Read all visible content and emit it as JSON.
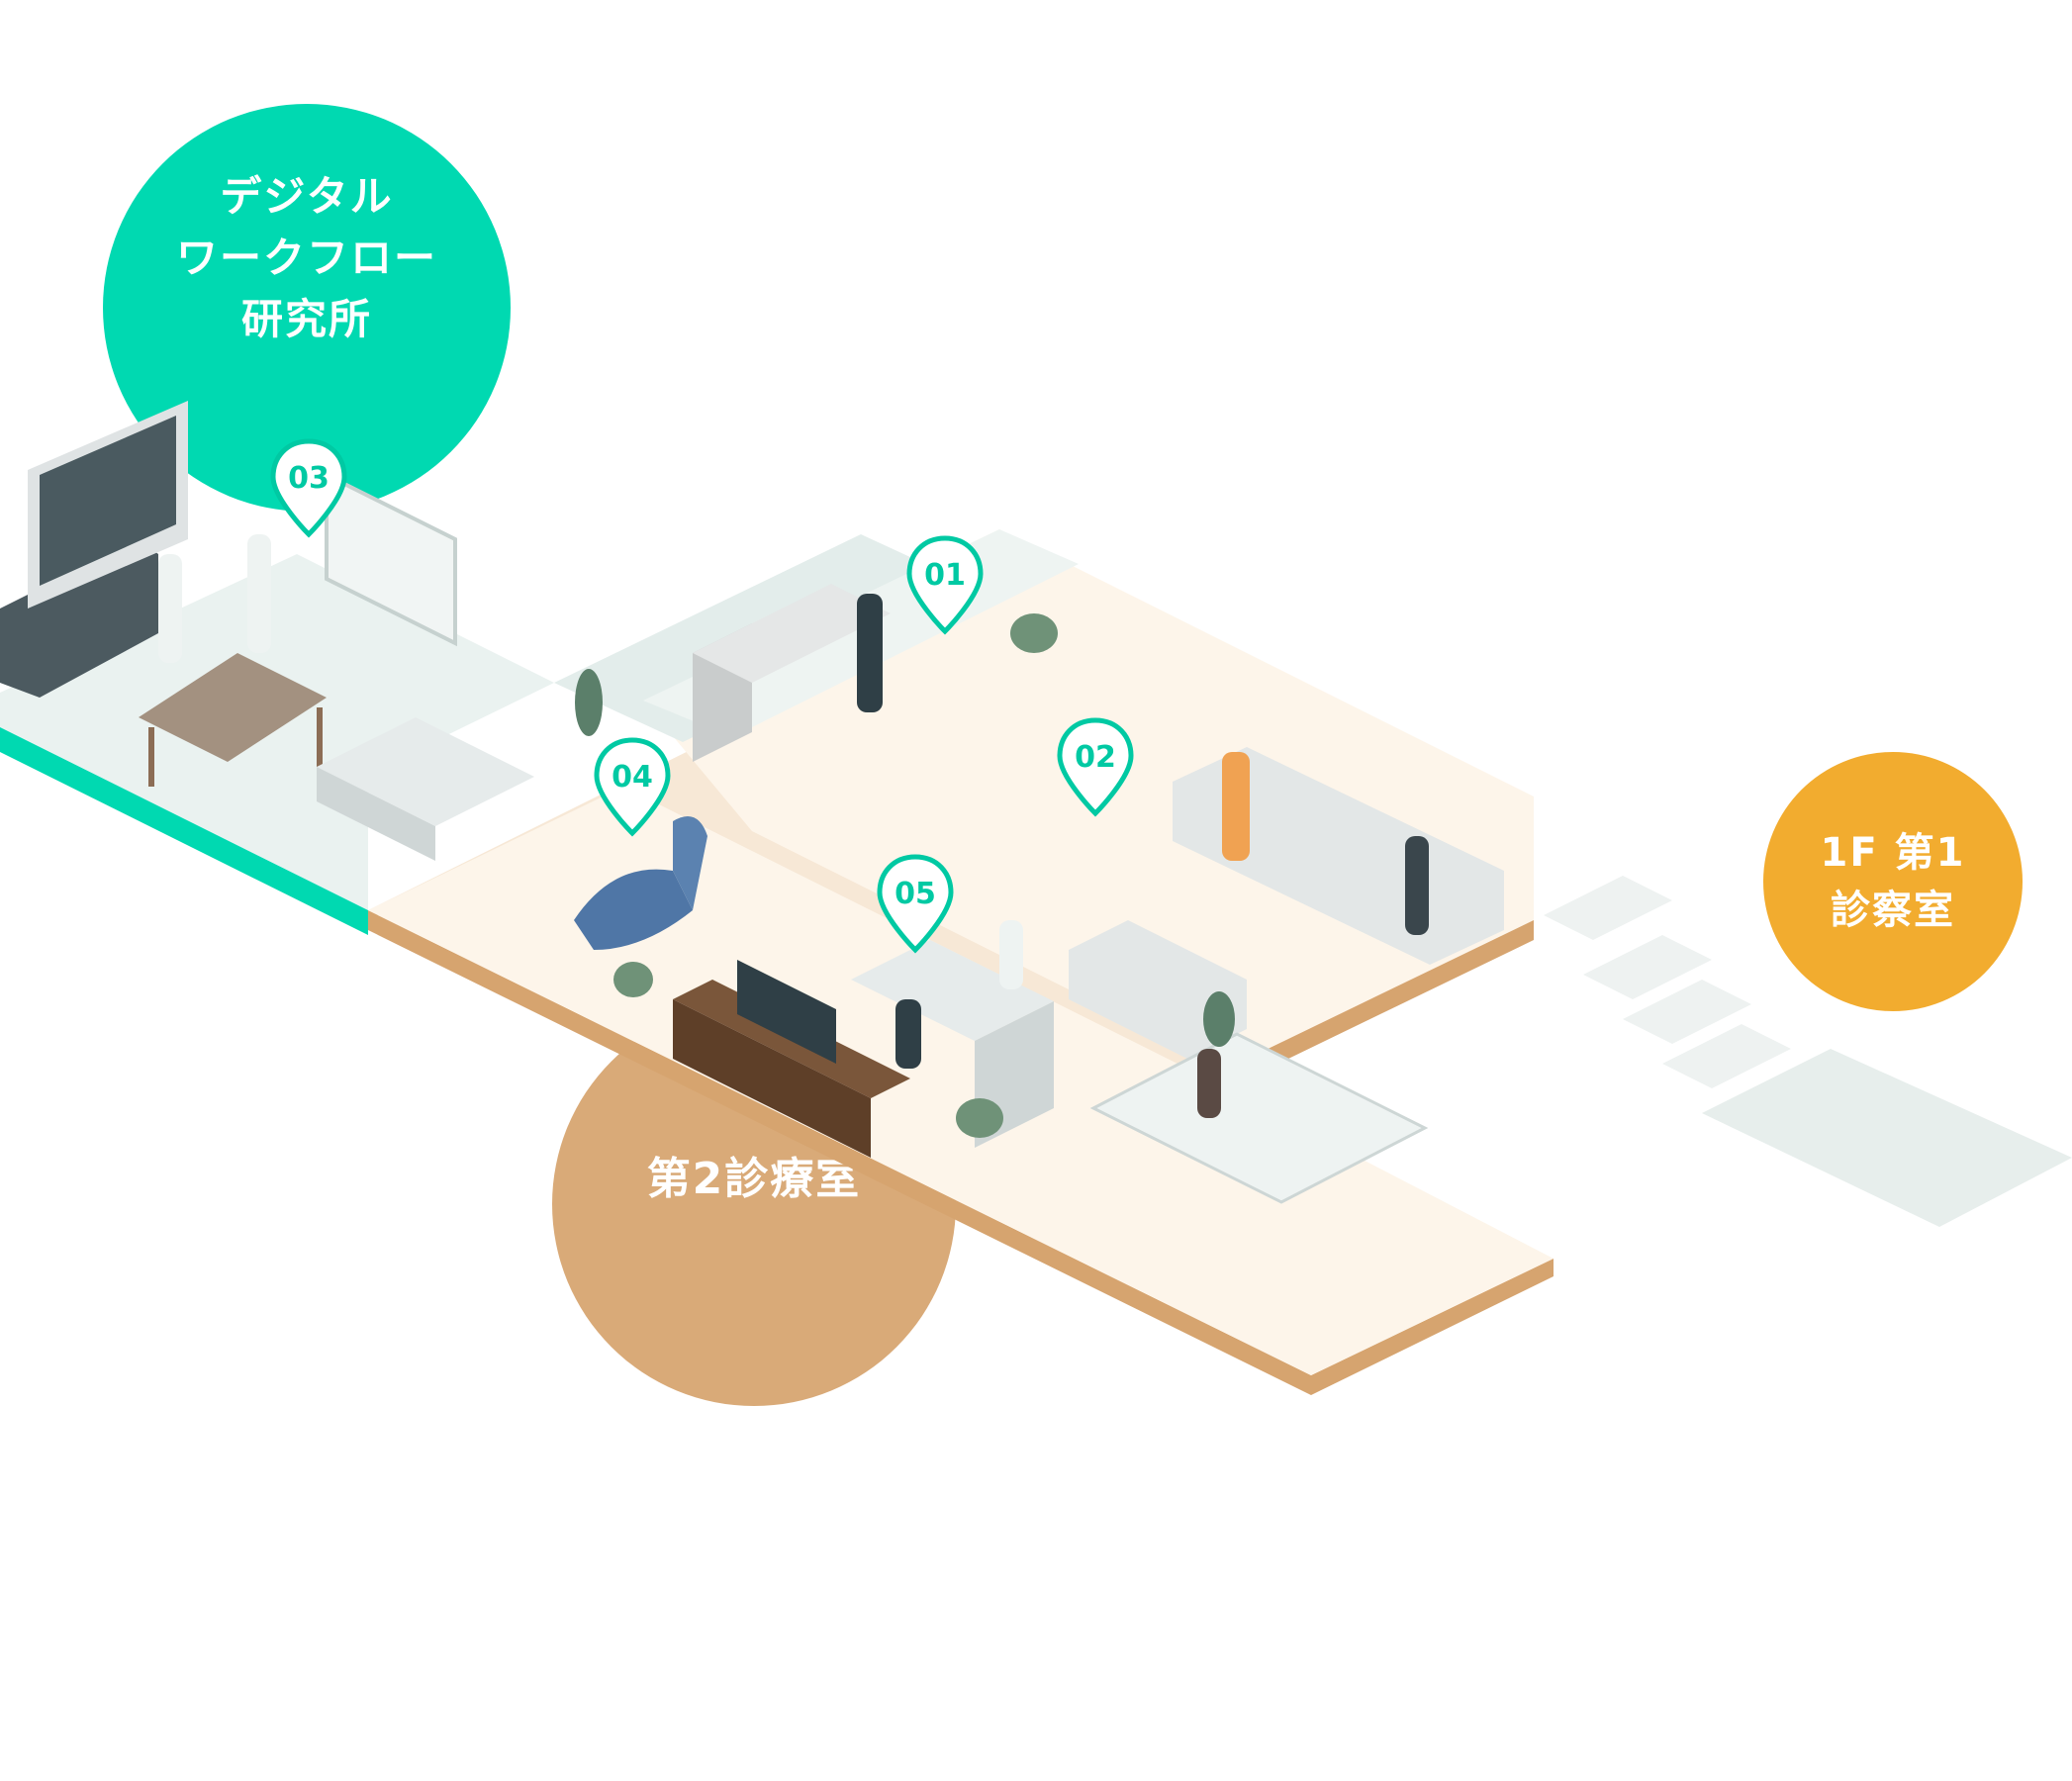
{
  "areas": {
    "digital_lab": "デジタル\nワークフロー\n研究所",
    "second_room": "第2診療室",
    "first_room": "1F 第1\n診察室"
  },
  "pins": [
    {
      "id": "pin-01",
      "label": "01"
    },
    {
      "id": "pin-02",
      "label": "02"
    },
    {
      "id": "pin-03",
      "label": "03"
    },
    {
      "id": "pin-04",
      "label": "04"
    },
    {
      "id": "pin-05",
      "label": "05"
    }
  ],
  "colors": {
    "lab_accent": "#00d9b1",
    "second_room": "#d9aa78",
    "first_room": "#f2ac2f",
    "pin_stroke": "#00c9a3",
    "floor_cream": "#fdf5ea",
    "floor_mint": "#e8f1ef"
  }
}
